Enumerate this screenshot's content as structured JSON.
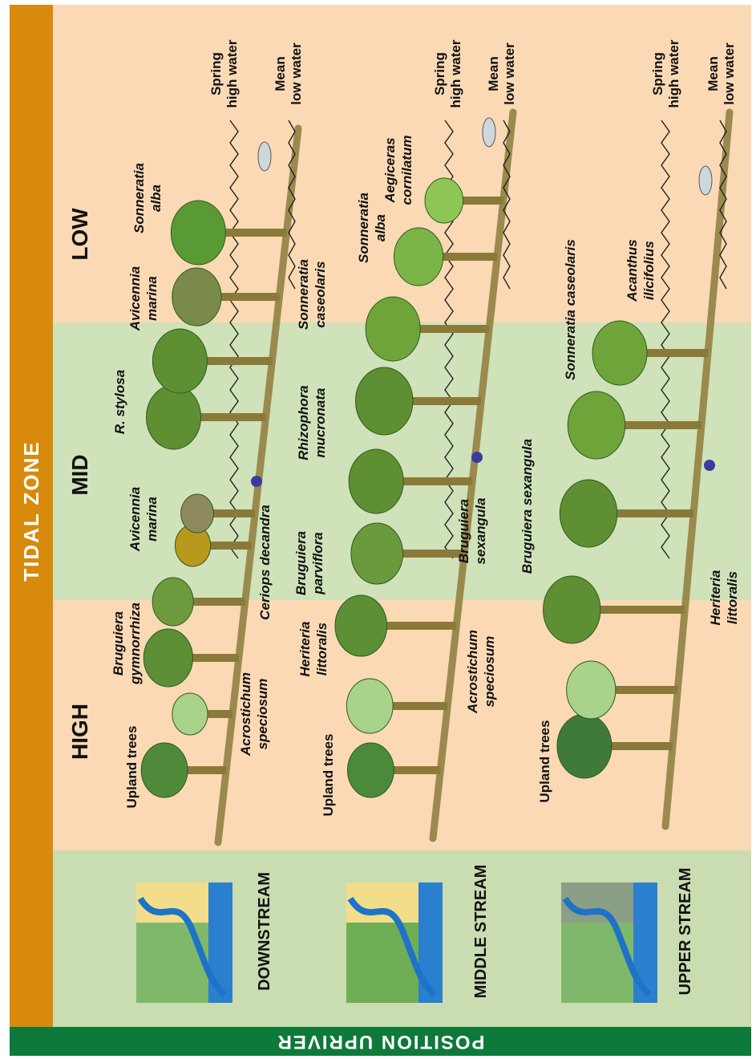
{
  "banners": {
    "tidal_zone": "TIDAL ZONE",
    "position_upriver": "POSITION UPRIVER"
  },
  "zones": {
    "high": "HIGH",
    "mid": "MID",
    "low": "LOW"
  },
  "colors": {
    "high_low_band": "#fad9b4",
    "mid_band": "#cfe2b9",
    "position_band": "#c9ddb0",
    "top_banner": "#d88a0c",
    "bottom_banner": "#0e7a3a",
    "water": "#1e73c8",
    "tree_dark": "#3e7d2a",
    "tree_light": "#a9d38a",
    "trunk": "#8a7a3a"
  },
  "positions": [
    {
      "label": "DOWNSTREAM"
    },
    {
      "label": "MIDDLE STREAM"
    },
    {
      "label": "UPPER STREAM"
    }
  ],
  "tide_labels": {
    "spring": "Spring\nhigh water",
    "mean": "Mean\nlow water"
  },
  "rows": [
    {
      "position": "DOWNSTREAM",
      "species": [
        "Upland trees",
        "Bruguiera\ngymnorrhiza",
        "Acrostichum\nspeciosum",
        "Ceriops decandra",
        "Avicennia\nmarina",
        "R. stylosa",
        "Avicennia\nmarina",
        "Sonneratia\nalba"
      ]
    },
    {
      "position": "MIDDLE STREAM",
      "species": [
        "Upland trees",
        "Heriteria\nlittoralis",
        "Bruguiera\nparviflora",
        "Acrostichum\nspeciosum",
        "Bruguiera\nsexangula",
        "Rhizophora\nmucronata",
        "Sonneratia\ncaseolaris",
        "Sonneratia\nalba",
        "Aegiceras\ncornilatum"
      ]
    },
    {
      "position": "UPPER STREAM",
      "species": [
        "Upland trees",
        "Bruguiera sexangula",
        "Heriteria\nlittoralis",
        "Sonneratia caseolaris",
        "Acanthus\nilicifolius"
      ]
    }
  ]
}
